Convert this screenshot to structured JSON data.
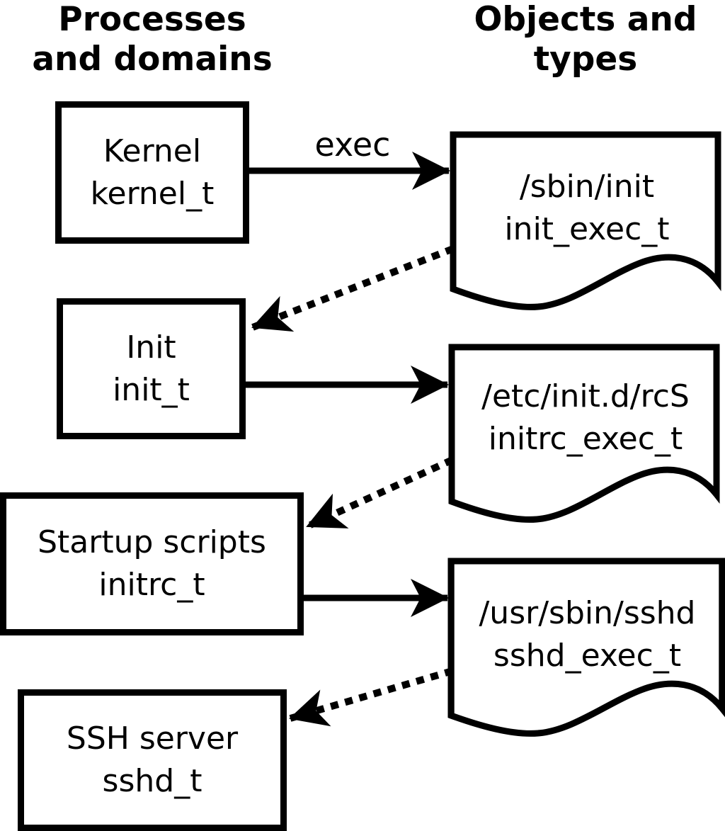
{
  "title_columns": {
    "left": {
      "line1": "Processes",
      "line2": "and domains"
    },
    "right": {
      "line1": "Objects and",
      "line2": "types"
    }
  },
  "processes": [
    {
      "label": "Kernel",
      "type": "kernel_t"
    },
    {
      "label": "Init",
      "type": "init_t"
    },
    {
      "label": "Startup scripts",
      "type": "initrc_t"
    },
    {
      "label": "SSH server",
      "type": "sshd_t"
    }
  ],
  "objects": [
    {
      "path": "/sbin/init",
      "type": "init_exec_t"
    },
    {
      "path": "/etc/init.d/rcS",
      "type": "initrc_exec_t"
    },
    {
      "path": "/usr/sbin/sshd",
      "type": "sshd_exec_t"
    }
  ],
  "arrows": {
    "exec_label": "exec"
  },
  "colors": {
    "line": "#000000",
    "background": "#ffffff"
  }
}
